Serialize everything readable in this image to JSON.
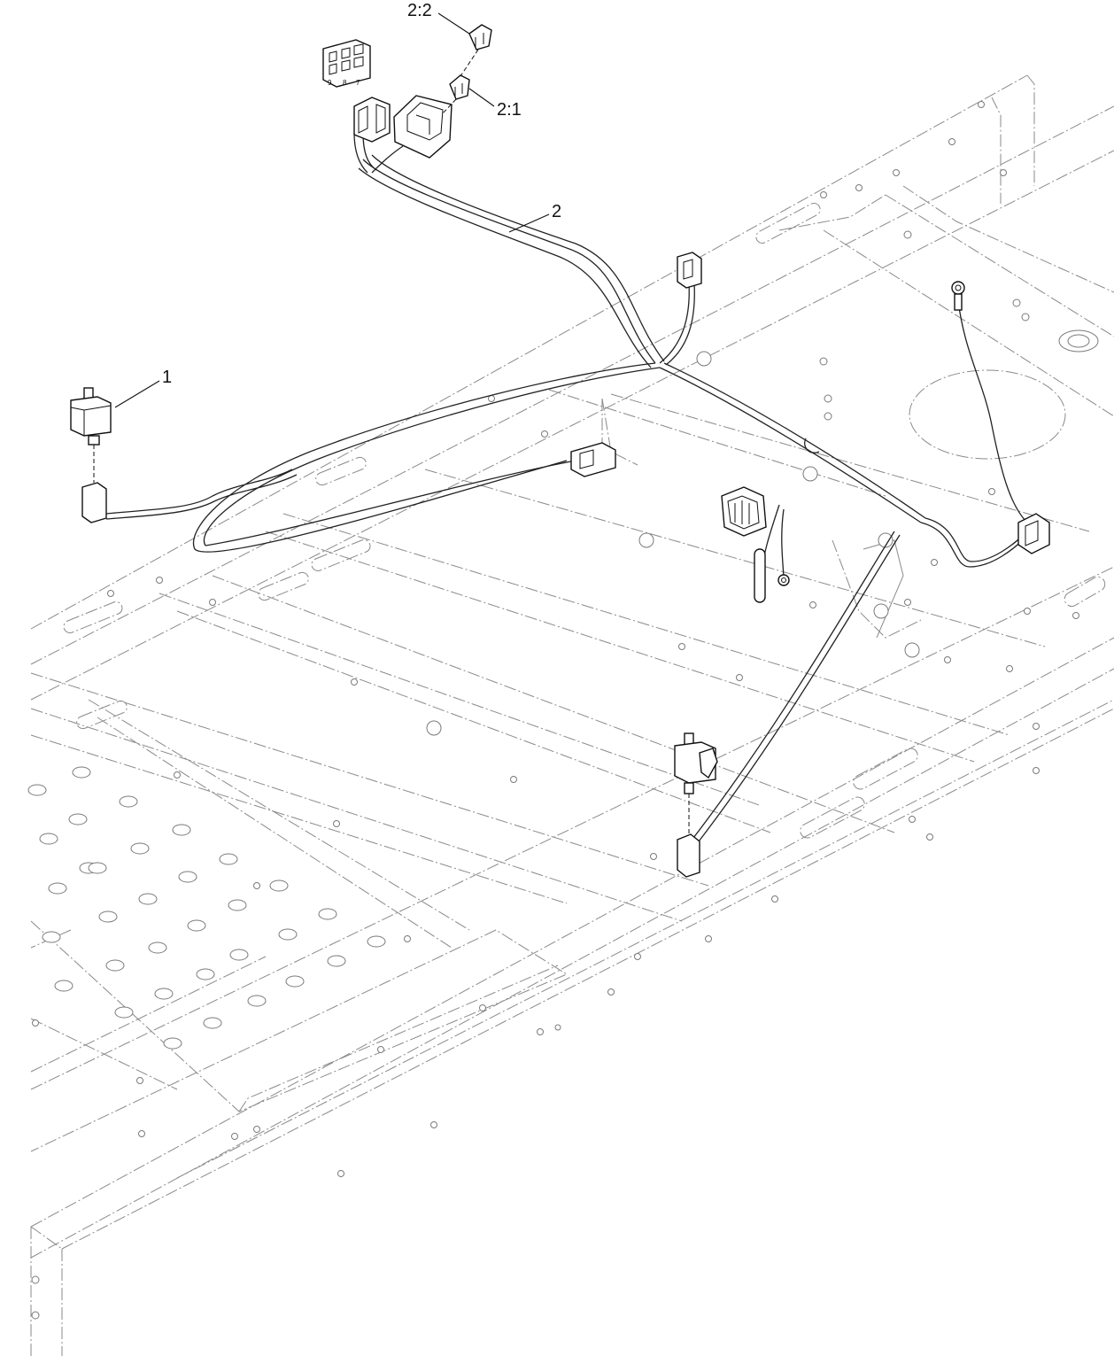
{
  "callouts": {
    "item_1": "1",
    "item_2": "2",
    "item_2_1": "2:1",
    "item_2_2": "2:2"
  },
  "connector_pins": {
    "pin_a": "9",
    "pin_b": "8",
    "pin_c": "7"
  }
}
